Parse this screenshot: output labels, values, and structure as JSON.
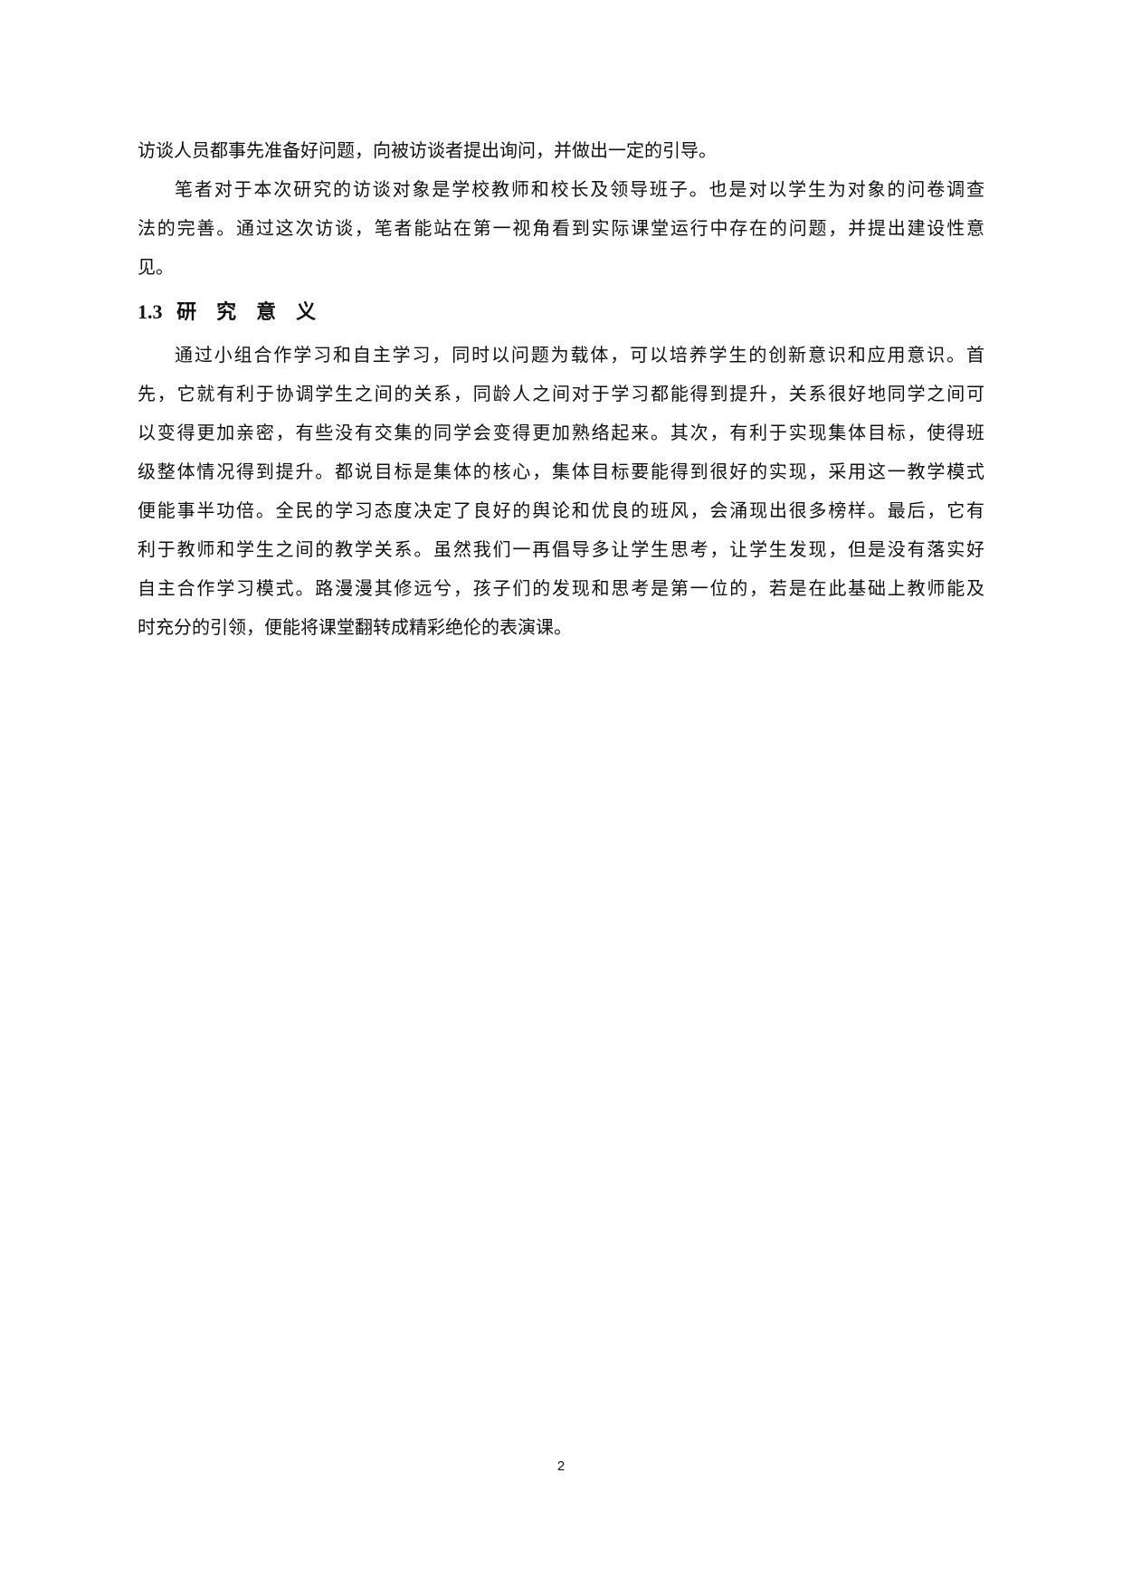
{
  "paragraph_1": {
    "lines": [
      "访谈人员都事先准备好问题，向被访谈者提出询问，并做出一定的引导。"
    ]
  },
  "paragraph_2": {
    "lines": [
      "笔者对于本次研究的访谈对象是学校教师和校长及领导班子。也是对以学生为对象的问卷调查",
      "法的完善。通过这次访谈，笔者能站在第一视角看到实际课堂运行中存在的问题，并提出建设性意",
      "见。"
    ]
  },
  "section": {
    "number": "1.3",
    "title": "研究意义"
  },
  "paragraph_3": {
    "lines": [
      "通过小组合作学习和自主学习，同时以问题为载体，可以培养学生的创新意识和应用意识。首",
      "先，它就有利于协调学生之间的关系，同龄人之间对于学习都能得到提升，关系很好地同学之间可",
      "以变得更加亲密，有些没有交集的同学会变得更加熟络起来。其次，有利于实现集体目标，使得班",
      "级整体情况得到提升。都说目标是集体的核心，集体目标要能得到很好的实现，采用这一教学模式",
      "便能事半功倍。全民的学习态度决定了良好的舆论和优良的班风，会涌现出很多榜样。最后，它有",
      "利于教师和学生之间的教学关系。虽然我们一再倡导多让学生思考，让学生发现，但是没有落实好",
      "自主合作学习模式。路漫漫其修远兮，孩子们的发现和思考是第一位的，若是在此基础上教师能及",
      "时充分的引领，便能将课堂翻转成精彩绝伦的表演课。"
    ]
  },
  "page_number": "2"
}
